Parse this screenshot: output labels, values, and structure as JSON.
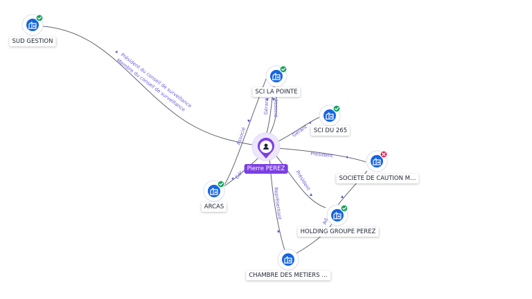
{
  "graph": {
    "person": {
      "name": "Pierre PEREZ"
    },
    "companies": [
      {
        "id": "sud",
        "name": "SUD GESTION",
        "status": "active"
      },
      {
        "id": "pointe",
        "name": "SCI LA POINTE",
        "status": "active"
      },
      {
        "id": "sci265",
        "name": "SCI DU 265",
        "status": "active"
      },
      {
        "id": "caution",
        "name": "SOCIETE DE CAUTION M…",
        "status": "closed"
      },
      {
        "id": "holding",
        "name": "HOLDING GROUPE PEREZ",
        "status": "active"
      },
      {
        "id": "arcas",
        "name": "ARCAS",
        "status": "active"
      },
      {
        "id": "chambre",
        "name": "CHAMBRE DES METIERS …",
        "status": "none"
      }
    ],
    "relations": {
      "sud_1": "Président du conseil de surveillance",
      "sud_2": "Membre du conseil de surveillance",
      "pointe_gerant": "Gérant",
      "pointe_associe": "Associé",
      "sci265": "Gérant",
      "caution": "Président",
      "holding": "Président",
      "holding_short": "Ad…",
      "arcas_associe": "Associé",
      "arcas_gerant": "Gér…",
      "chambre": "Représentant"
    }
  },
  "colors": {
    "company_node": "#1565e0",
    "person_node": "#7b3fe4",
    "active_badge": "#1aa260",
    "closed_badge": "#e01e4a",
    "edge_label": "#6a5ad8"
  },
  "icons": {
    "company": "building-icon",
    "person": "person-icon",
    "active": "check-badge-icon",
    "closed": "cross-badge-icon"
  }
}
